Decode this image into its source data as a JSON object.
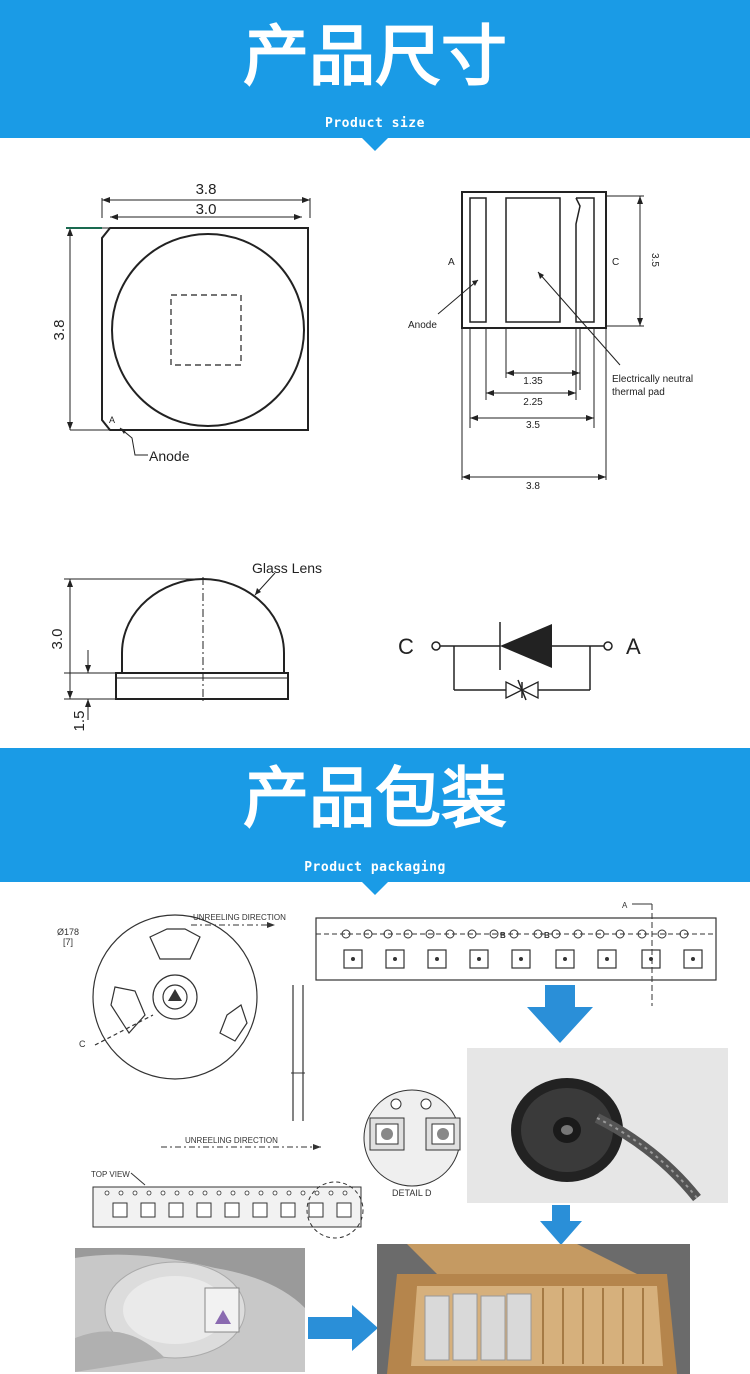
{
  "section1": {
    "title": "产品尺寸",
    "subtitle": "Product size"
  },
  "section2": {
    "title": "产品包装",
    "subtitle": "Product packaging"
  },
  "top_view": {
    "width_outer": "3.8",
    "width_inner": "3.0",
    "height": "3.8",
    "pin_a": "A",
    "anode": "Anode"
  },
  "bottom_view": {
    "pin_a": "A",
    "pin_c": "C",
    "height": "3.5",
    "anode": "Anode",
    "pad_label_1": "Electrically neutral",
    "pad_label_2": "thermal pad",
    "dim_1": "1.35",
    "dim_2": "2.25",
    "dim_3": "3.5",
    "dim_4": "3.8"
  },
  "side_view": {
    "lens": "Glass Lens",
    "height_dome": "3.0",
    "height_base": "1.5"
  },
  "circuit": {
    "cathode": "C",
    "anode": "A"
  },
  "packaging": {
    "reel_diameter": "Ø178",
    "reel_diameter_2": "[7]",
    "reel_c": "C",
    "unreeling_1": "UNREELING DIRECTION",
    "unreeling_2": "UNREELING DIRECTION",
    "tape_a": "A",
    "tape_b1": "B",
    "tape_b2": "B",
    "top_view": "TOP VIEW",
    "detail": "DETAIL D"
  },
  "colors": {
    "banner": "#1a9be6",
    "arrow": "#2a8fd8"
  }
}
